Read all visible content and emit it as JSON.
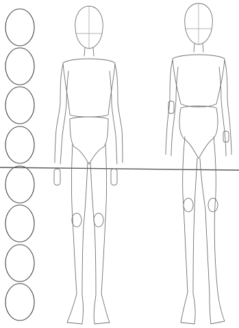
{
  "figure": {
    "type": "proportion-sketch",
    "head_count_scale": 8,
    "figures": [
      "figure-left",
      "figure-right"
    ],
    "colors": {
      "stroke": "#6f6f6f",
      "guide": "#555555",
      "background": "#ffffff"
    }
  }
}
